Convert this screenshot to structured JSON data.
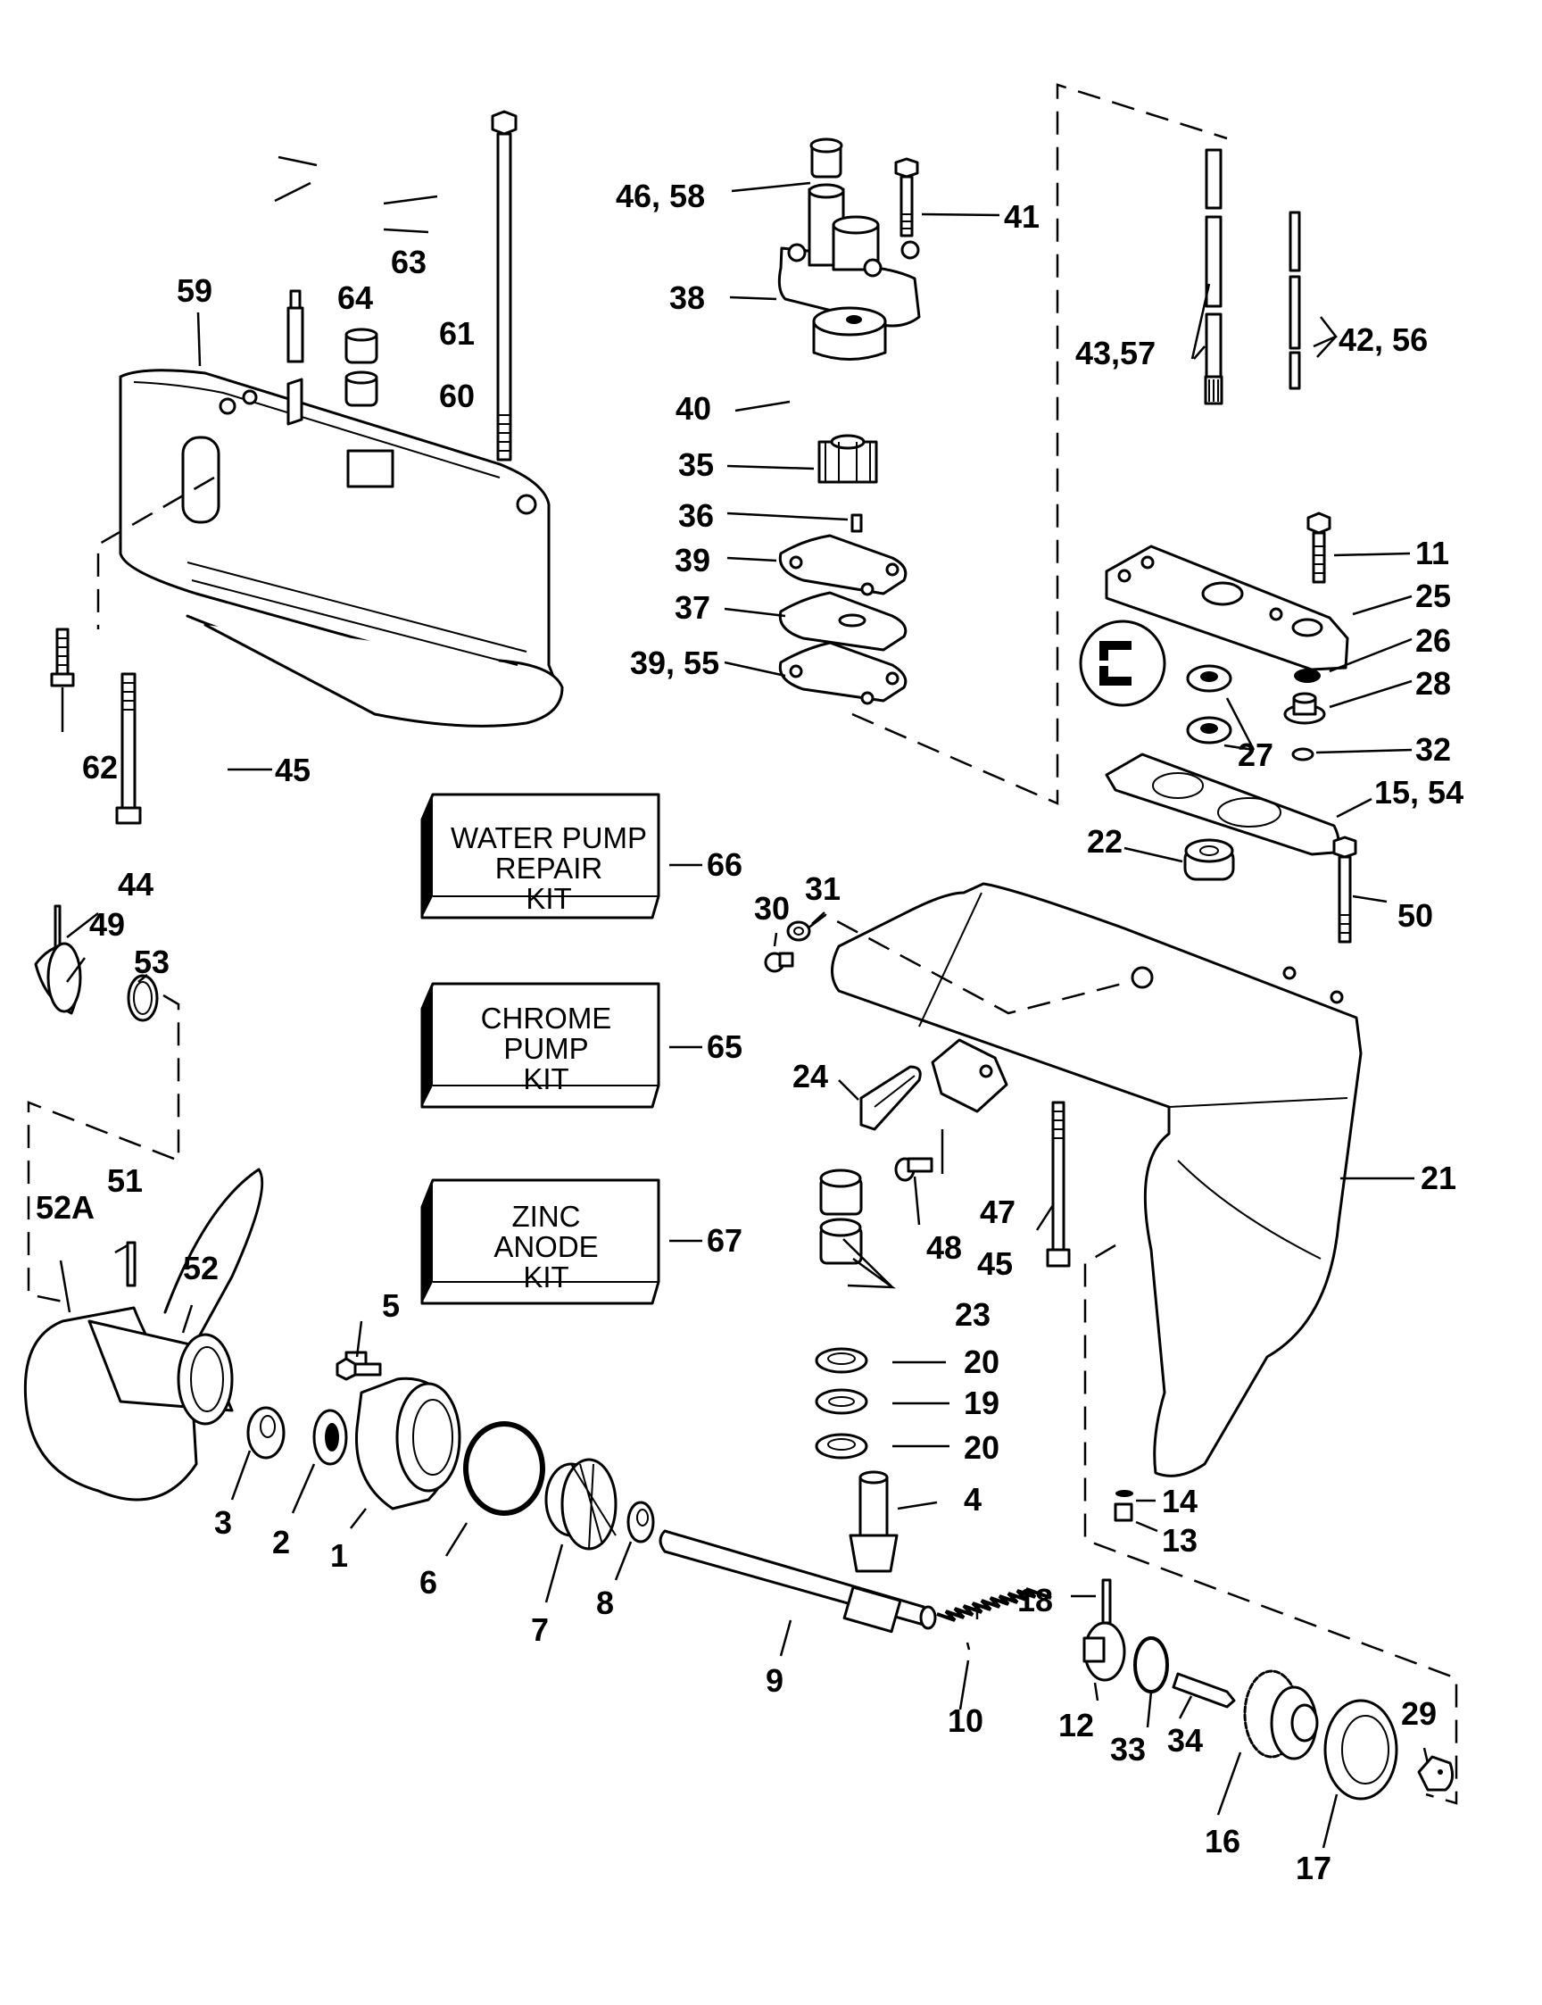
{
  "title": "Gearcase exploded parts diagram",
  "kits": [
    {
      "id": "66",
      "lines": [
        "WATER PUMP",
        "REPAIR",
        "KIT"
      ]
    },
    {
      "id": "65",
      "lines": [
        "CHROME",
        "PUMP",
        "KIT"
      ]
    },
    {
      "id": "67",
      "lines": [
        "ZINC",
        "ANODE",
        "KIT"
      ]
    }
  ],
  "callouts": {
    "c1": "1",
    "c2": "2",
    "c3": "3",
    "c4": "4",
    "c5": "5",
    "c6": "6",
    "c7": "7",
    "c8": "8",
    "c9": "9",
    "c10": "10",
    "c11": "11",
    "c12": "12",
    "c13": "13",
    "c14": "14",
    "c15_54": "15, 54",
    "c16": "16",
    "c17": "17",
    "c18": "18",
    "c19": "19",
    "c20a": "20",
    "c20b": "20",
    "c21": "21",
    "c22": "22",
    "c23": "23",
    "c24": "24",
    "c25": "25",
    "c26": "26",
    "c27": "27",
    "c28": "28",
    "c29": "29",
    "c30": "30",
    "c31": "31",
    "c32": "32",
    "c33": "33",
    "c34": "34",
    "c35": "35",
    "c36": "36",
    "c37": "37",
    "c38": "38",
    "c39": "39",
    "c39_55": "39, 55",
    "c40": "40",
    "c41": "41",
    "c42_56": "42, 56",
    "c43_57": "43,57",
    "c44": "44",
    "c45a": "45",
    "c45b": "45",
    "c46_58": "46, 58",
    "c47": "47",
    "c48": "48",
    "c49": "49",
    "c50": "50",
    "c51": "51",
    "c52": "52",
    "c52a": "52A",
    "c53": "53",
    "c59": "59",
    "c60": "60",
    "c61": "61",
    "c62": "62",
    "c63": "63",
    "c64": "64",
    "c65": "65",
    "c66": "66",
    "c67": "67"
  }
}
